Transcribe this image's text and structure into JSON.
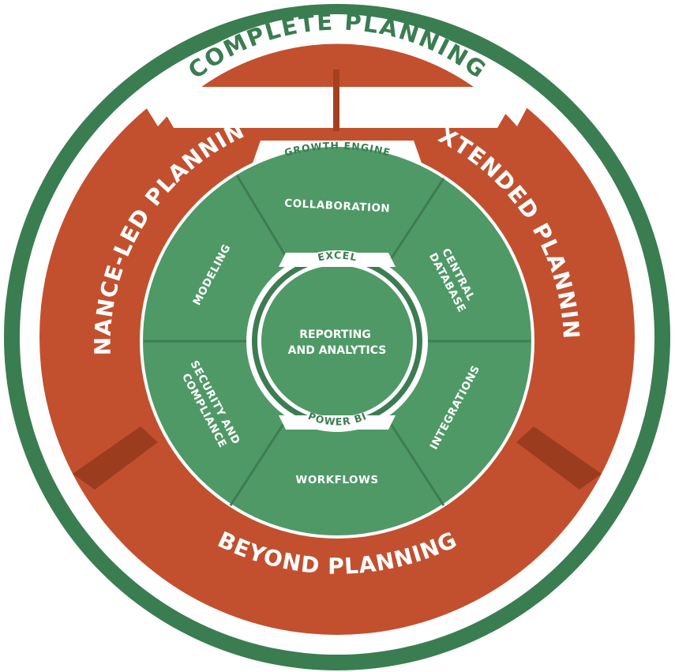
{
  "colors": {
    "green": "#3a7d51",
    "segment_green": "#4f9967",
    "divider_green": "#3d7c52",
    "orange": "#c2502e",
    "orange_dark": "#7d2a15",
    "white": "#ffffff"
  },
  "labels": {
    "complete_planning": "COMPLETE PLANNING",
    "finance_led_planning": "FINANCE-LED PLANNING",
    "extended_planning": "EXTENDED PLANNING",
    "beyond_planning": "BEYOND PLANNING",
    "growth_engine": "GROWTH ENGINE",
    "excel": "EXCEL",
    "power_bi": "POWER BI"
  },
  "segments": {
    "collaboration": "COLLABORATION",
    "central_database": [
      "CENTRAL",
      "DATABASE"
    ],
    "integrations": "INTEGRATIONS",
    "workflows": "WORKFLOWS",
    "security_compliance": [
      "SECURITY AND",
      "COMPLIANCE"
    ],
    "modeling": "MODELING"
  },
  "center": {
    "line1": "REPORTING",
    "line2": "AND ANALYTICS"
  }
}
